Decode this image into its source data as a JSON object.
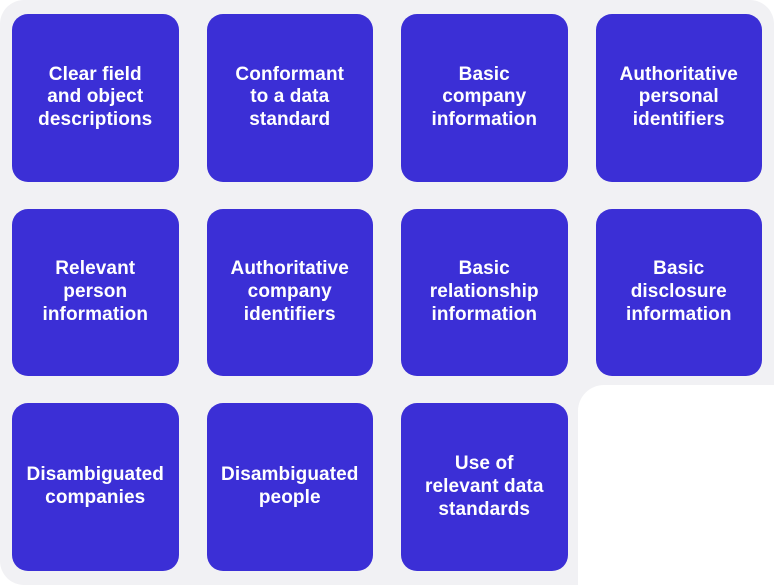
{
  "colors": {
    "page_background": "#FFFFFF",
    "panel_background": "#F1F1F4",
    "tile_background": "#3B2FD6",
    "tile_text": "#FFFFFF"
  },
  "tiles": [
    {
      "label": "Clear field\nand object\ndescriptions"
    },
    {
      "label": "Conformant\nto a data\nstandard"
    },
    {
      "label": "Basic\ncompany\ninformation"
    },
    {
      "label": "Authoritative\npersonal\nidentifiers"
    },
    {
      "label": "Relevant\nperson\ninformation"
    },
    {
      "label": "Authoritative\ncompany\nidentifiers"
    },
    {
      "label": "Basic\nrelationship\ninformation"
    },
    {
      "label": "Basic\ndisclosure\ninformation"
    },
    {
      "label": "Disambiguated\ncompanies"
    },
    {
      "label": "Disambiguated\npeople"
    },
    {
      "label": "Use of\nrelevant data\nstandards"
    }
  ]
}
